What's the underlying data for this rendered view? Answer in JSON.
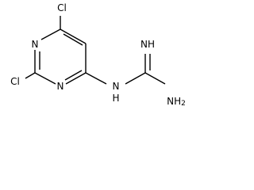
{
  "structure": {
    "atoms": {
      "cl_top": "Cl",
      "n_ring_upper": "N",
      "n_ring_lower": "N",
      "cl_left": "Cl",
      "nh_linker": "N",
      "nh_linker_h": "H",
      "imine_nh": "NH",
      "amine_nh2": "NH",
      "amine_nh2_sub": "2"
    }
  }
}
